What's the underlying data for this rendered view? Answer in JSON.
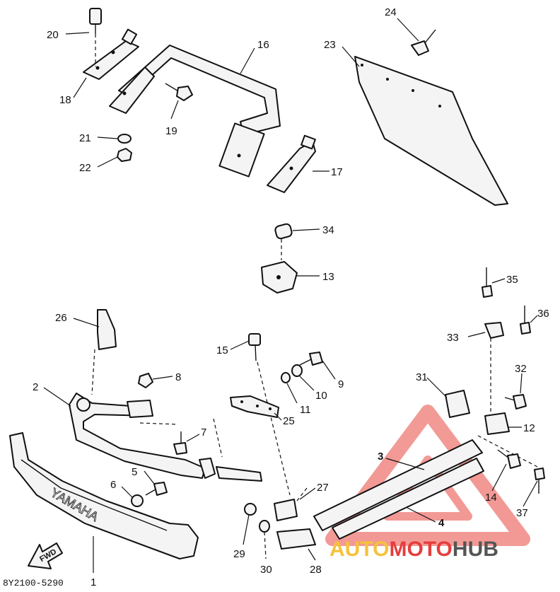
{
  "diagram": {
    "drawing_code": "8Y2100-5290",
    "fwd_label": "FWD",
    "brand_embossed": "YAMAHA",
    "callouts": [
      "1",
      "2",
      "3",
      "4",
      "5",
      "6",
      "7",
      "8",
      "9",
      "10",
      "11",
      "12",
      "13",
      "14",
      "15",
      "16",
      "17",
      "18",
      "19",
      "20",
      "21",
      "22",
      "23",
      "24",
      "25",
      "26",
      "27",
      "28",
      "29",
      "30",
      "31",
      "32",
      "33",
      "34",
      "35",
      "36",
      "37"
    ]
  },
  "watermark": {
    "part_a": "AUTO",
    "part_b": "MOTO",
    "part_c": "HUB",
    "color_a": "#f5c23a",
    "color_b": "#e63d3d",
    "color_c": "#555555"
  }
}
